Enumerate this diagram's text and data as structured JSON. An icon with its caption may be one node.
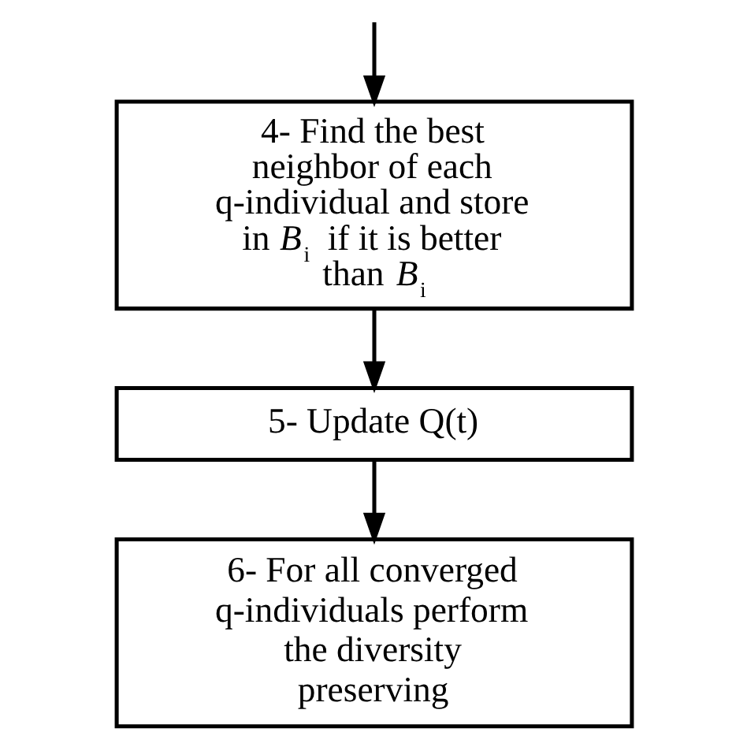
{
  "diagram": {
    "nodes": [
      {
        "text": [
          "4- Find the best neighbor of each q-individual and store in *B*$_{i}$ if it is better than *B*$_{i}$"
        ]
      },
      {
        "text": [
          "5- Update Q(t)"
        ]
      },
      {
        "text": [
          "6- For all converged q-individuals perform the diversity preserving"
        ]
      }
    ],
    "edges": [
      {
        "from": null,
        "to": 0,
        "arrow": "to"
      },
      {
        "from": 0,
        "to": 1,
        "arrow": "to"
      },
      {
        "from": 1,
        "to": 2,
        "arrow": "to"
      }
    ]
  }
}
